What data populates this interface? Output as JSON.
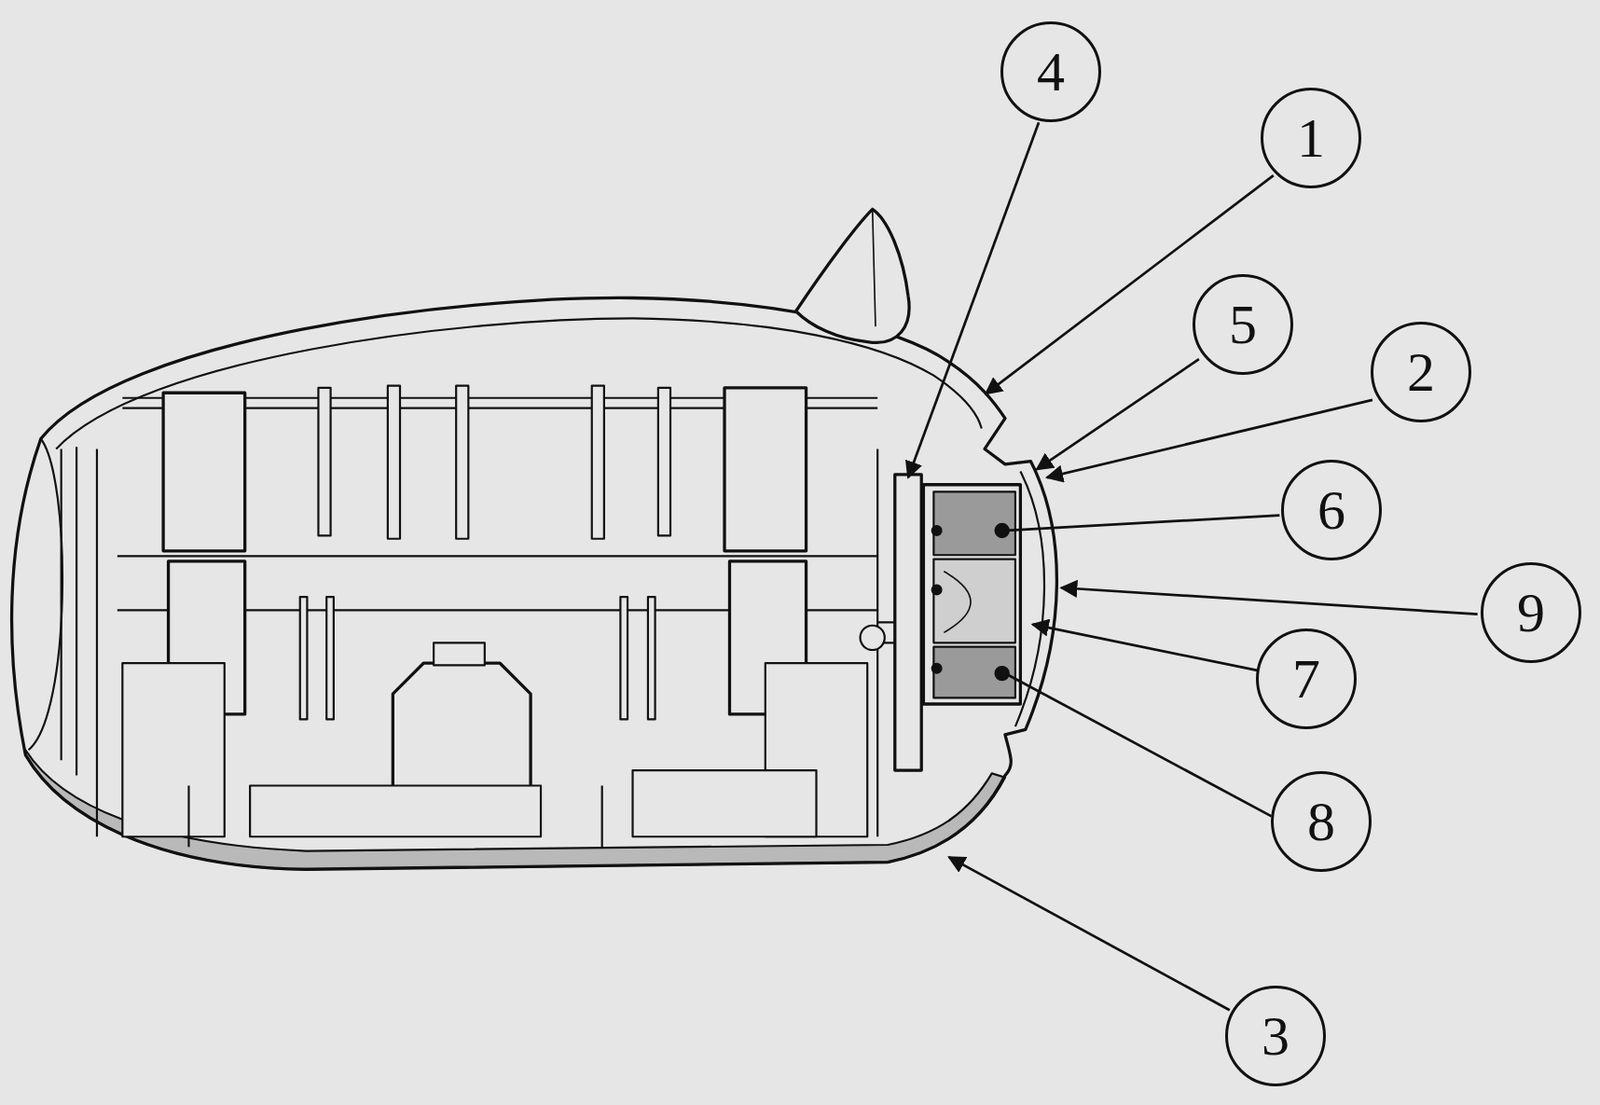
{
  "diagram": {
    "nodes": [
      {
        "text": [
          "4"
        ]
      },
      {
        "text": [
          "1"
        ]
      },
      {
        "text": [
          "5"
        ]
      },
      {
        "text": [
          "2"
        ]
      },
      {
        "text": [
          "6"
        ]
      },
      {
        "text": [
          "9"
        ]
      },
      {
        "text": [
          "7"
        ]
      },
      {
        "text": [
          "8"
        ]
      },
      {
        "text": [
          "3"
        ]
      }
    ]
  }
}
